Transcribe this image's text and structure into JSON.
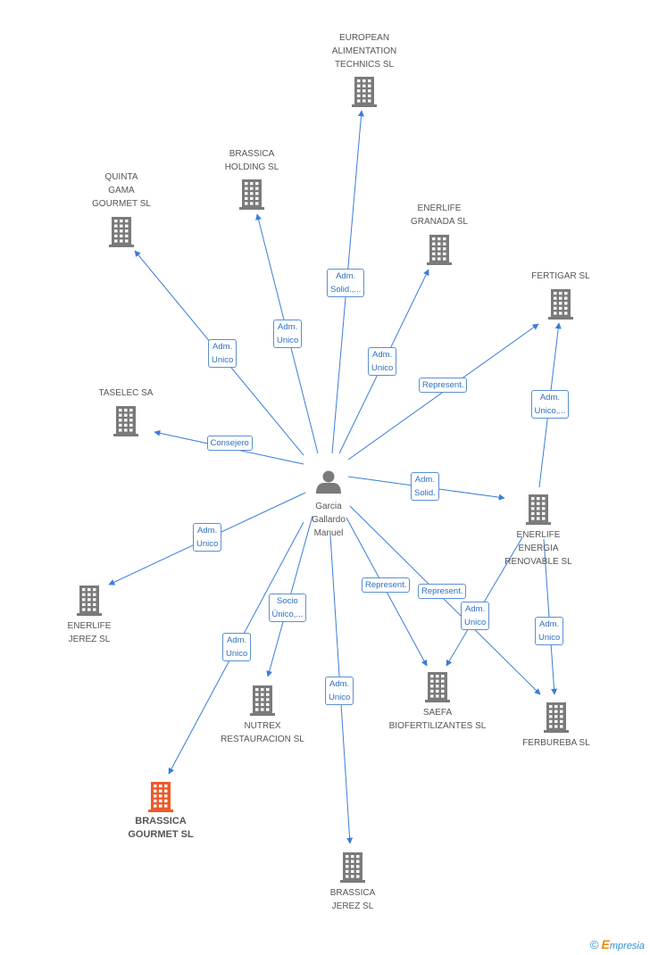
{
  "colors": {
    "edge": "#3b7dd8",
    "building": "#7a7a7a",
    "building_focus": "#ee5a2a",
    "person": "#7a7a7a"
  },
  "center": {
    "label": "Garcia\nGallardo\nManuel",
    "icon": "person-icon"
  },
  "nodes": [
    {
      "id": "european",
      "label": "EUROPEAN\nALIMENTATION\nTECHNICS SL",
      "icon": "building-icon"
    },
    {
      "id": "brassica_holding",
      "label": "BRASSICA\nHOLDING SL",
      "icon": "building-icon"
    },
    {
      "id": "quinta",
      "label": "QUINTA\nGAMA\nGOURMET SL",
      "icon": "building-icon"
    },
    {
      "id": "enerlife_granada",
      "label": "ENERLIFE\nGRANADA SL",
      "icon": "building-icon"
    },
    {
      "id": "fertigar",
      "label": "FERTIGAR SL",
      "icon": "building-icon"
    },
    {
      "id": "taselec",
      "label": "TASELEC SA",
      "icon": "building-icon"
    },
    {
      "id": "enerlife_energia",
      "label": "ENERLIFE\nENERGIA\nRENOVABLE SL",
      "icon": "building-icon"
    },
    {
      "id": "enerlife_jerez",
      "label": "ENERLIFE\nJEREZ SL",
      "icon": "building-icon"
    },
    {
      "id": "nutrex",
      "label": "NUTREX\nRESTAURACION SL",
      "icon": "building-icon"
    },
    {
      "id": "saefa",
      "label": "SAEFA\nBIOFERTILIZANTES SL",
      "icon": "building-icon"
    },
    {
      "id": "ferbureba",
      "label": "FERBUREBA SL",
      "icon": "building-icon"
    },
    {
      "id": "brassica_gourmet",
      "label": "BRASSICA\nGOURMET SL",
      "icon": "building-icon",
      "focus": true
    },
    {
      "id": "brassica_jerez",
      "label": "BRASSICA\nJEREZ SL",
      "icon": "building-icon"
    }
  ],
  "edges": [
    {
      "from": "center",
      "to": "european",
      "label": "Adm.\nSolid.,..."
    },
    {
      "from": "center",
      "to": "brassica_holding",
      "label": "Adm.\nUnico"
    },
    {
      "from": "center",
      "to": "quinta",
      "label": "Adm.\nUnico"
    },
    {
      "from": "center",
      "to": "enerlife_granada",
      "label": "Adm.\nUnico"
    },
    {
      "from": "center",
      "to": "fertigar",
      "label": "Represent."
    },
    {
      "from": "center",
      "to": "taselec",
      "label": "Consejero"
    },
    {
      "from": "center",
      "to": "enerlife_energia",
      "label": "Adm.\nSolid."
    },
    {
      "from": "center",
      "to": "enerlife_jerez",
      "label": "Adm.\nUnico"
    },
    {
      "from": "center",
      "to": "nutrex",
      "label": "Socio\nÚnico,..."
    },
    {
      "from": "center",
      "to": "brassica_gourmet",
      "label": "Adm.\nUnico"
    },
    {
      "from": "center",
      "to": "brassica_jerez",
      "label": "Adm.\nUnico"
    },
    {
      "from": "center",
      "to": "saefa",
      "label": "Represent."
    },
    {
      "from": "center",
      "to": "ferbureba",
      "label": "Represent."
    },
    {
      "from": "enerlife_energia",
      "to": "fertigar",
      "label": "Adm.\nUnico,..."
    },
    {
      "from": "enerlife_energia",
      "to": "saefa",
      "label": "Adm.\nUnico"
    },
    {
      "from": "enerlife_energia",
      "to": "ferbureba",
      "label": "Adm.\nUnico"
    }
  ],
  "copyright": {
    "symbol": "©",
    "brand_first": "E",
    "brand_rest": "mpresia"
  }
}
